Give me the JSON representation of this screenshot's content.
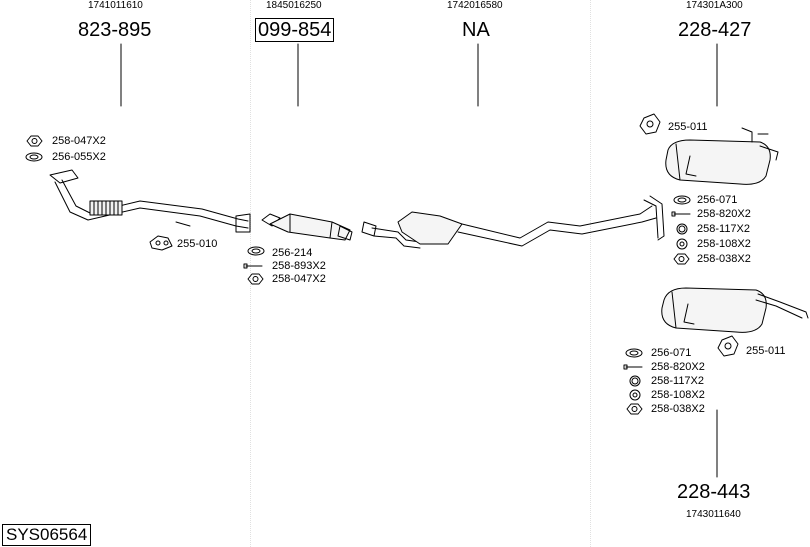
{
  "sets": [
    {
      "oem": "1741011610",
      "part": "823-895",
      "boxed": false
    },
    {
      "oem": "1845016250",
      "part": "099-854",
      "boxed": true
    },
    {
      "oem": "1742016580",
      "part": "NA",
      "boxed": false
    },
    {
      "oem": "174301A300",
      "part": "228-427",
      "boxed": false
    }
  ],
  "bottom_set": {
    "oem": "1743011640",
    "part": "228-443"
  },
  "labels": {
    "front_1": "258-047X2",
    "front_2": "256-055X2",
    "front_3": "255-010",
    "cat_1": "256-214",
    "cat_2": "258-893X2",
    "cat_3": "258-047X2",
    "rear_hanger": "255-011",
    "rear_1": "256-071",
    "rear_2": "258-820X2",
    "rear_3": "258-117X2",
    "rear_4": "258-108X2",
    "rear_5": "258-038X2",
    "rear2_hanger": "255-011",
    "rear2_1": "256-071",
    "rear2_2": "258-820X2",
    "rear2_3": "258-117X2",
    "rear2_4": "258-108X2",
    "rear2_5": "258-038X2"
  },
  "system_id": "SYS06564"
}
